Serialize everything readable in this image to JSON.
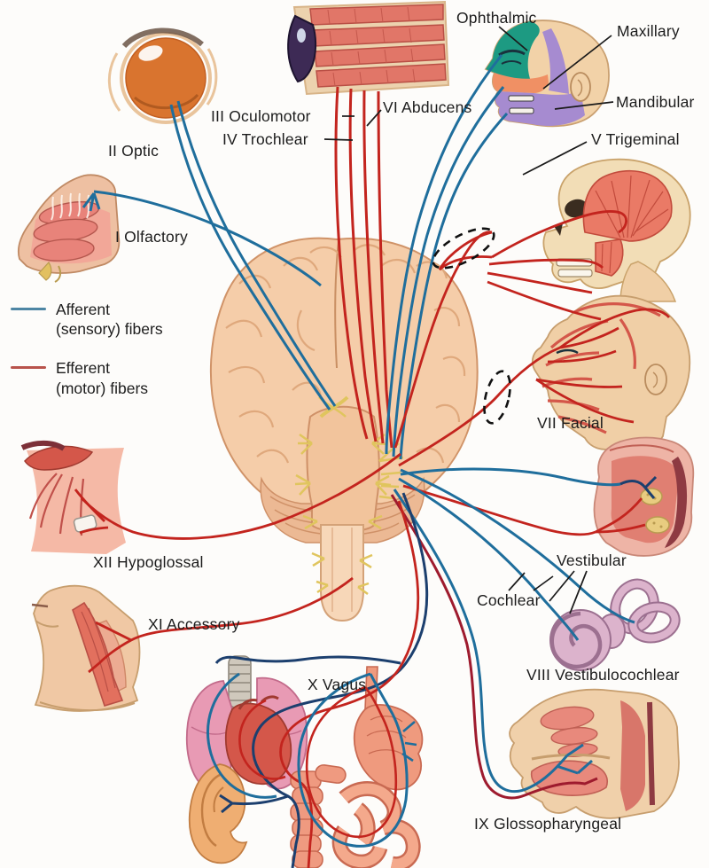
{
  "legend": {
    "afferent_label": "Afferent",
    "afferent_sublabel": "(sensory) fibers",
    "efferent_label": "Efferent",
    "efferent_sublabel": "(motor) fibers",
    "afferent_color": "#4e86a4",
    "efferent_color": "#b8534b"
  },
  "labels": {
    "olfactory": "I Olfactory",
    "optic": "II Optic",
    "oculomotor": "III Oculomotor",
    "trochlear": "IV Trochlear",
    "trigeminal": "V Trigeminal",
    "trigeminal_ophthalmic": "Ophthalmic",
    "trigeminal_maxillary": "Maxillary",
    "trigeminal_mandibular": "Mandibular",
    "abducens": "VI Abducens",
    "facial": "VII Facial",
    "vestibulocochlear": "VIII Vestibulocochlear",
    "vestibulocochlear_vestibular": "Vestibular",
    "vestibulocochlear_cochlear": "Cochlear",
    "glossopharyngeal": "IX Glossopharyngeal",
    "vagus": "X Vagus",
    "accessory": "XI Accessory",
    "hypoglossal": "XII Hypoglossal"
  },
  "colors": {
    "afferent_fiber": "#1f6e9c",
    "afferent_fiber_dark": "#1c3f6e",
    "efferent_fiber": "#c3241e",
    "ophthalmic_region": "#1d9a82",
    "maxillary_region": "#f09064",
    "mandibular_region": "#a68bd0",
    "brain": "#f5cda9",
    "nerve_roots": "#e0c55e"
  }
}
